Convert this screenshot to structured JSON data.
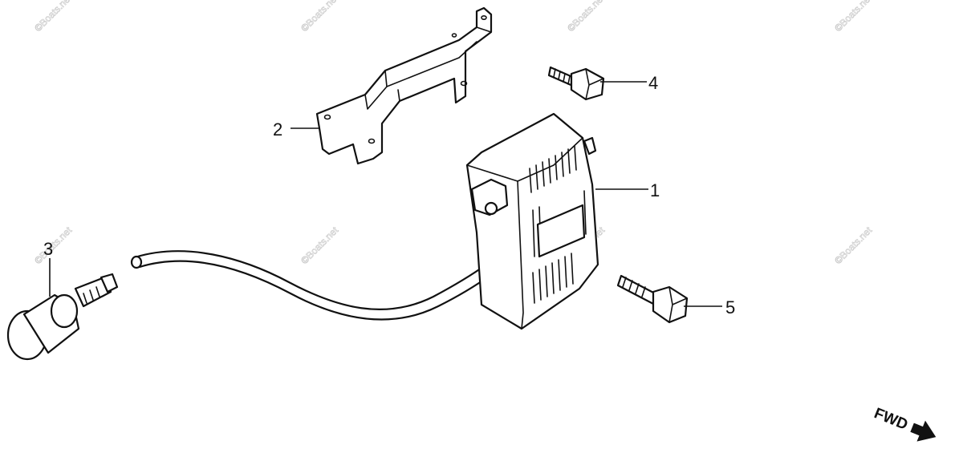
{
  "watermark": "©Boats.net",
  "callouts": [
    "1",
    "2",
    "3",
    "4",
    "5"
  ],
  "direction_label": "FWD",
  "colors": {
    "line": "#111111",
    "background": "#ffffff",
    "watermark": "#c9c9c9"
  }
}
